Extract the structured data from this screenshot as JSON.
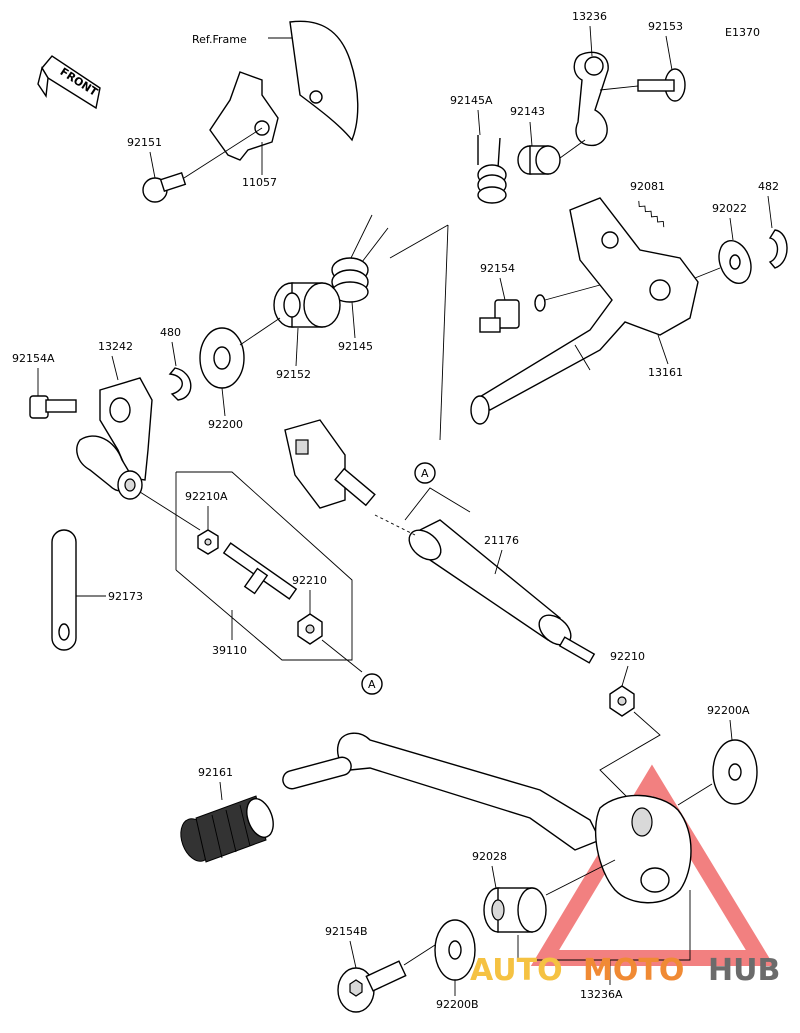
{
  "diagram_code": "E1370",
  "front_label": "FRONT",
  "ref_frame": "Ref.Frame",
  "ref_marker": "A",
  "brand": {
    "part1": "AUTO",
    "part2": "MOTO",
    "part3": "HUB",
    "color1": "#f5c242",
    "color2": "#f08a34",
    "color3": "#6b6b6b",
    "triangle_color": "#f06a6a"
  },
  "parts": {
    "p13236": "13236",
    "p92153": "92153",
    "p92145A": "92145A",
    "p92143": "92143",
    "p92151": "92151",
    "p11057": "11057",
    "p92081": "92081",
    "p92022": "92022",
    "p482": "482",
    "p92154": "92154",
    "p13161": "13161",
    "p92145": "92145",
    "p92152": "92152",
    "p480": "480",
    "p92200": "92200",
    "p13242": "13242",
    "p92154A": "92154A",
    "p92210A": "92210A",
    "p92210_a": "92210",
    "p92173": "92173",
    "p39110": "39110",
    "p21176": "21176",
    "p92210_b": "92210",
    "p92200A": "92200A",
    "p92161": "92161",
    "p92028": "92028",
    "p92154B": "92154B",
    "p92200B": "92200B",
    "p13236A": "13236A"
  }
}
